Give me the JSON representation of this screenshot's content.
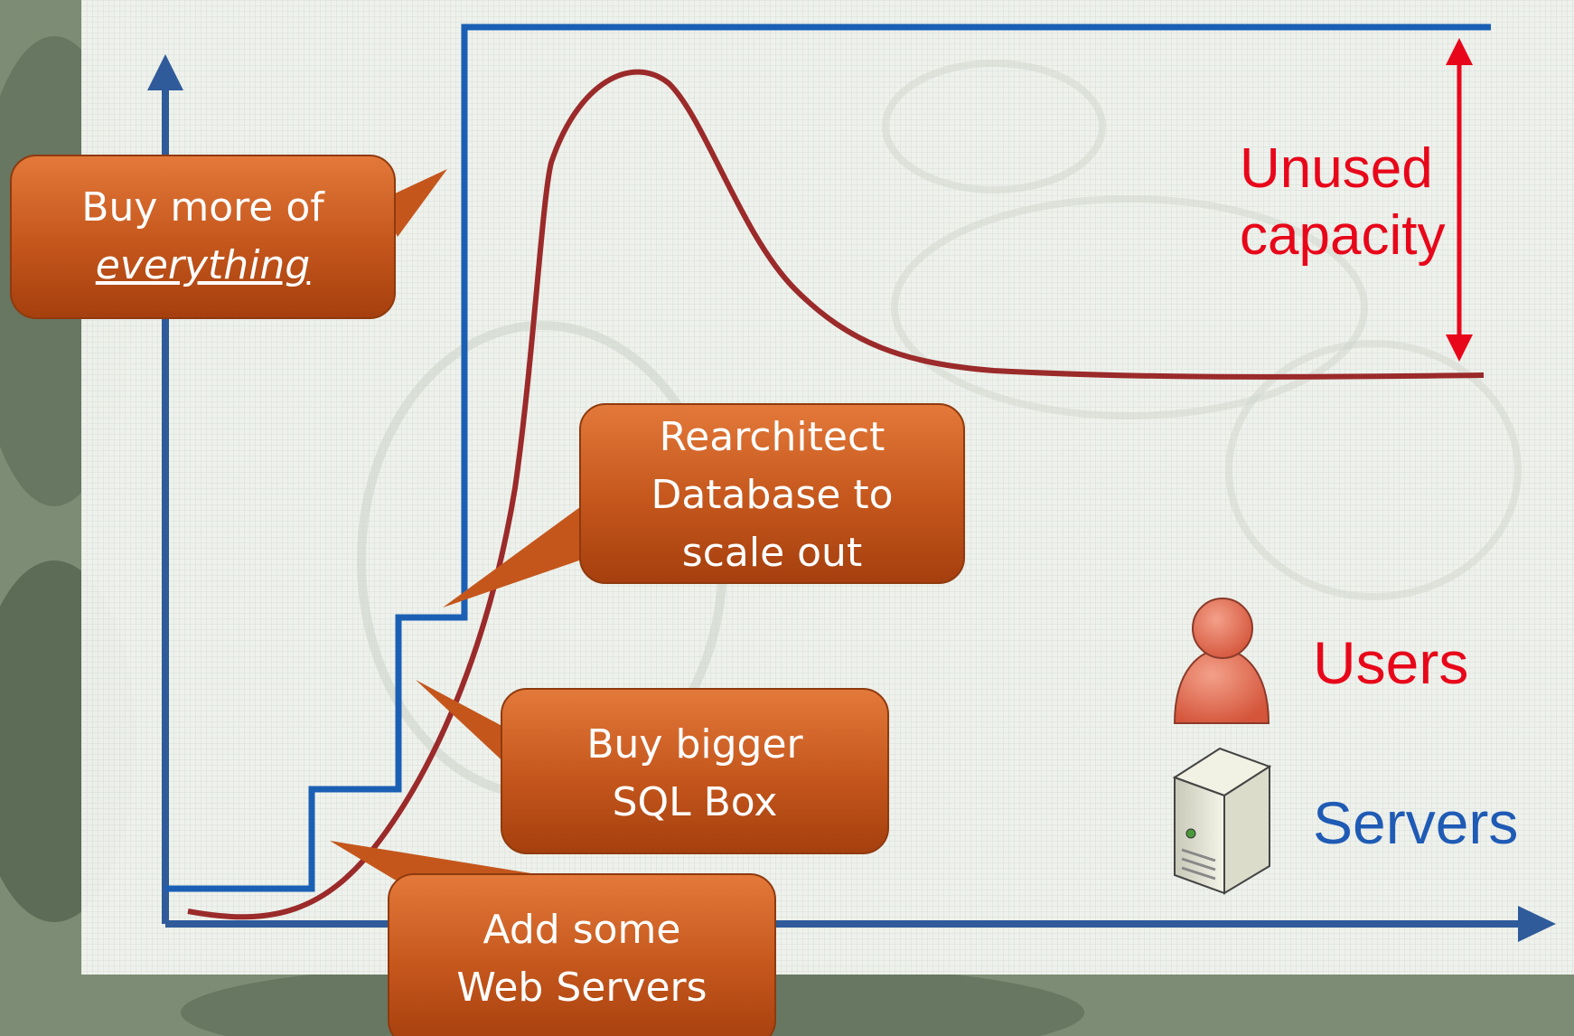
{
  "colors": {
    "users_curve": "#9b2a2a",
    "servers_line": "#1a5fb4",
    "callout_fill": "#c0521a",
    "unused_red": "#e8071a",
    "servers_label": "#1f5bb5",
    "users_label": "#e8071a",
    "axis": "#2f5b9a"
  },
  "callouts": {
    "buy_everything": {
      "line1": "Buy more of",
      "line2": "everything"
    },
    "rearchitect": {
      "line1": "Rearchitect",
      "line2": "Database to",
      "line3": "scale out"
    },
    "buy_bigger": {
      "line1": "Buy bigger",
      "line2": "SQL Box"
    },
    "add_web": {
      "line1": "Add some",
      "line2": "Web Servers"
    }
  },
  "annotation": {
    "line1": "Unused",
    "line2": "capacity"
  },
  "legend": {
    "users": {
      "label": "Users",
      "icon": "user-icon"
    },
    "servers": {
      "label": "Servers",
      "icon": "server-icon"
    }
  }
}
